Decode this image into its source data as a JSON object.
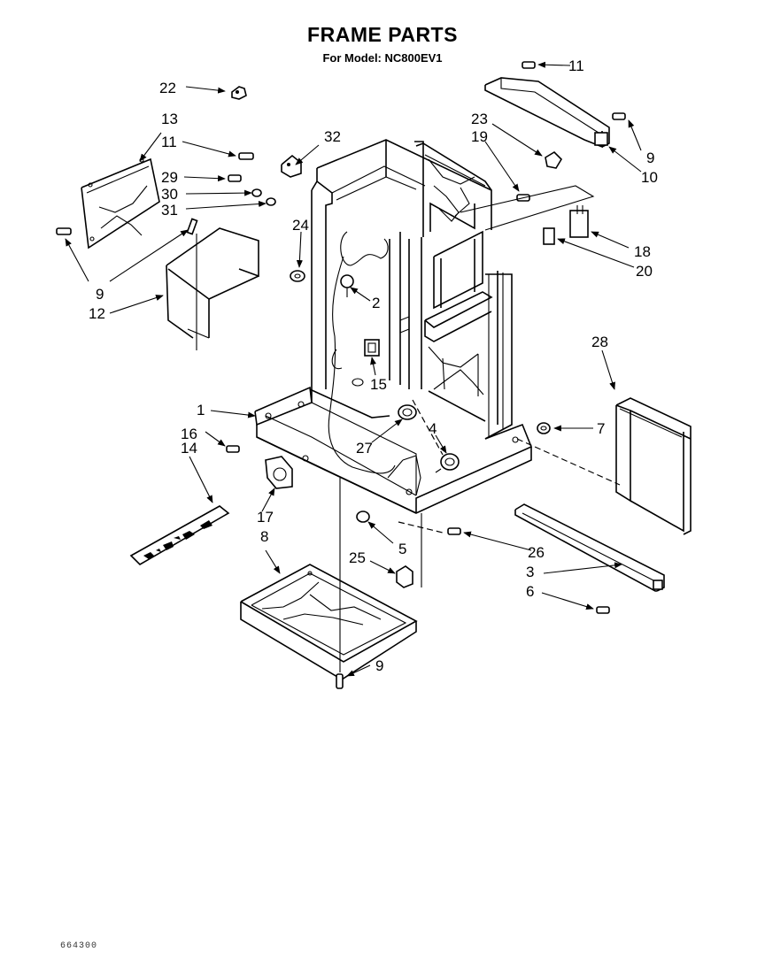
{
  "header": {
    "title": "FRAME PARTS",
    "subtitle": "For Model: NC800EV1"
  },
  "footer": {
    "code": "664300"
  },
  "callouts": {
    "c1": "1",
    "c2": "2",
    "c3": "3",
    "c4": "4",
    "c5": "5",
    "c6": "6",
    "c7": "7",
    "c8": "8",
    "c9a": "9",
    "c9b": "9",
    "c9c": "9",
    "c10": "10",
    "c11a": "11",
    "c11b": "11",
    "c12": "12",
    "c13": "13",
    "c14": "14",
    "c15": "15",
    "c16": "16",
    "c17": "17",
    "c18": "18",
    "c19": "19",
    "c20": "20",
    "c22": "22",
    "c23": "23",
    "c24": "24",
    "c25": "25",
    "c26": "26",
    "c27": "27",
    "c28": "28",
    "c29": "29",
    "c30": "30",
    "c31": "31",
    "c32": "32"
  }
}
